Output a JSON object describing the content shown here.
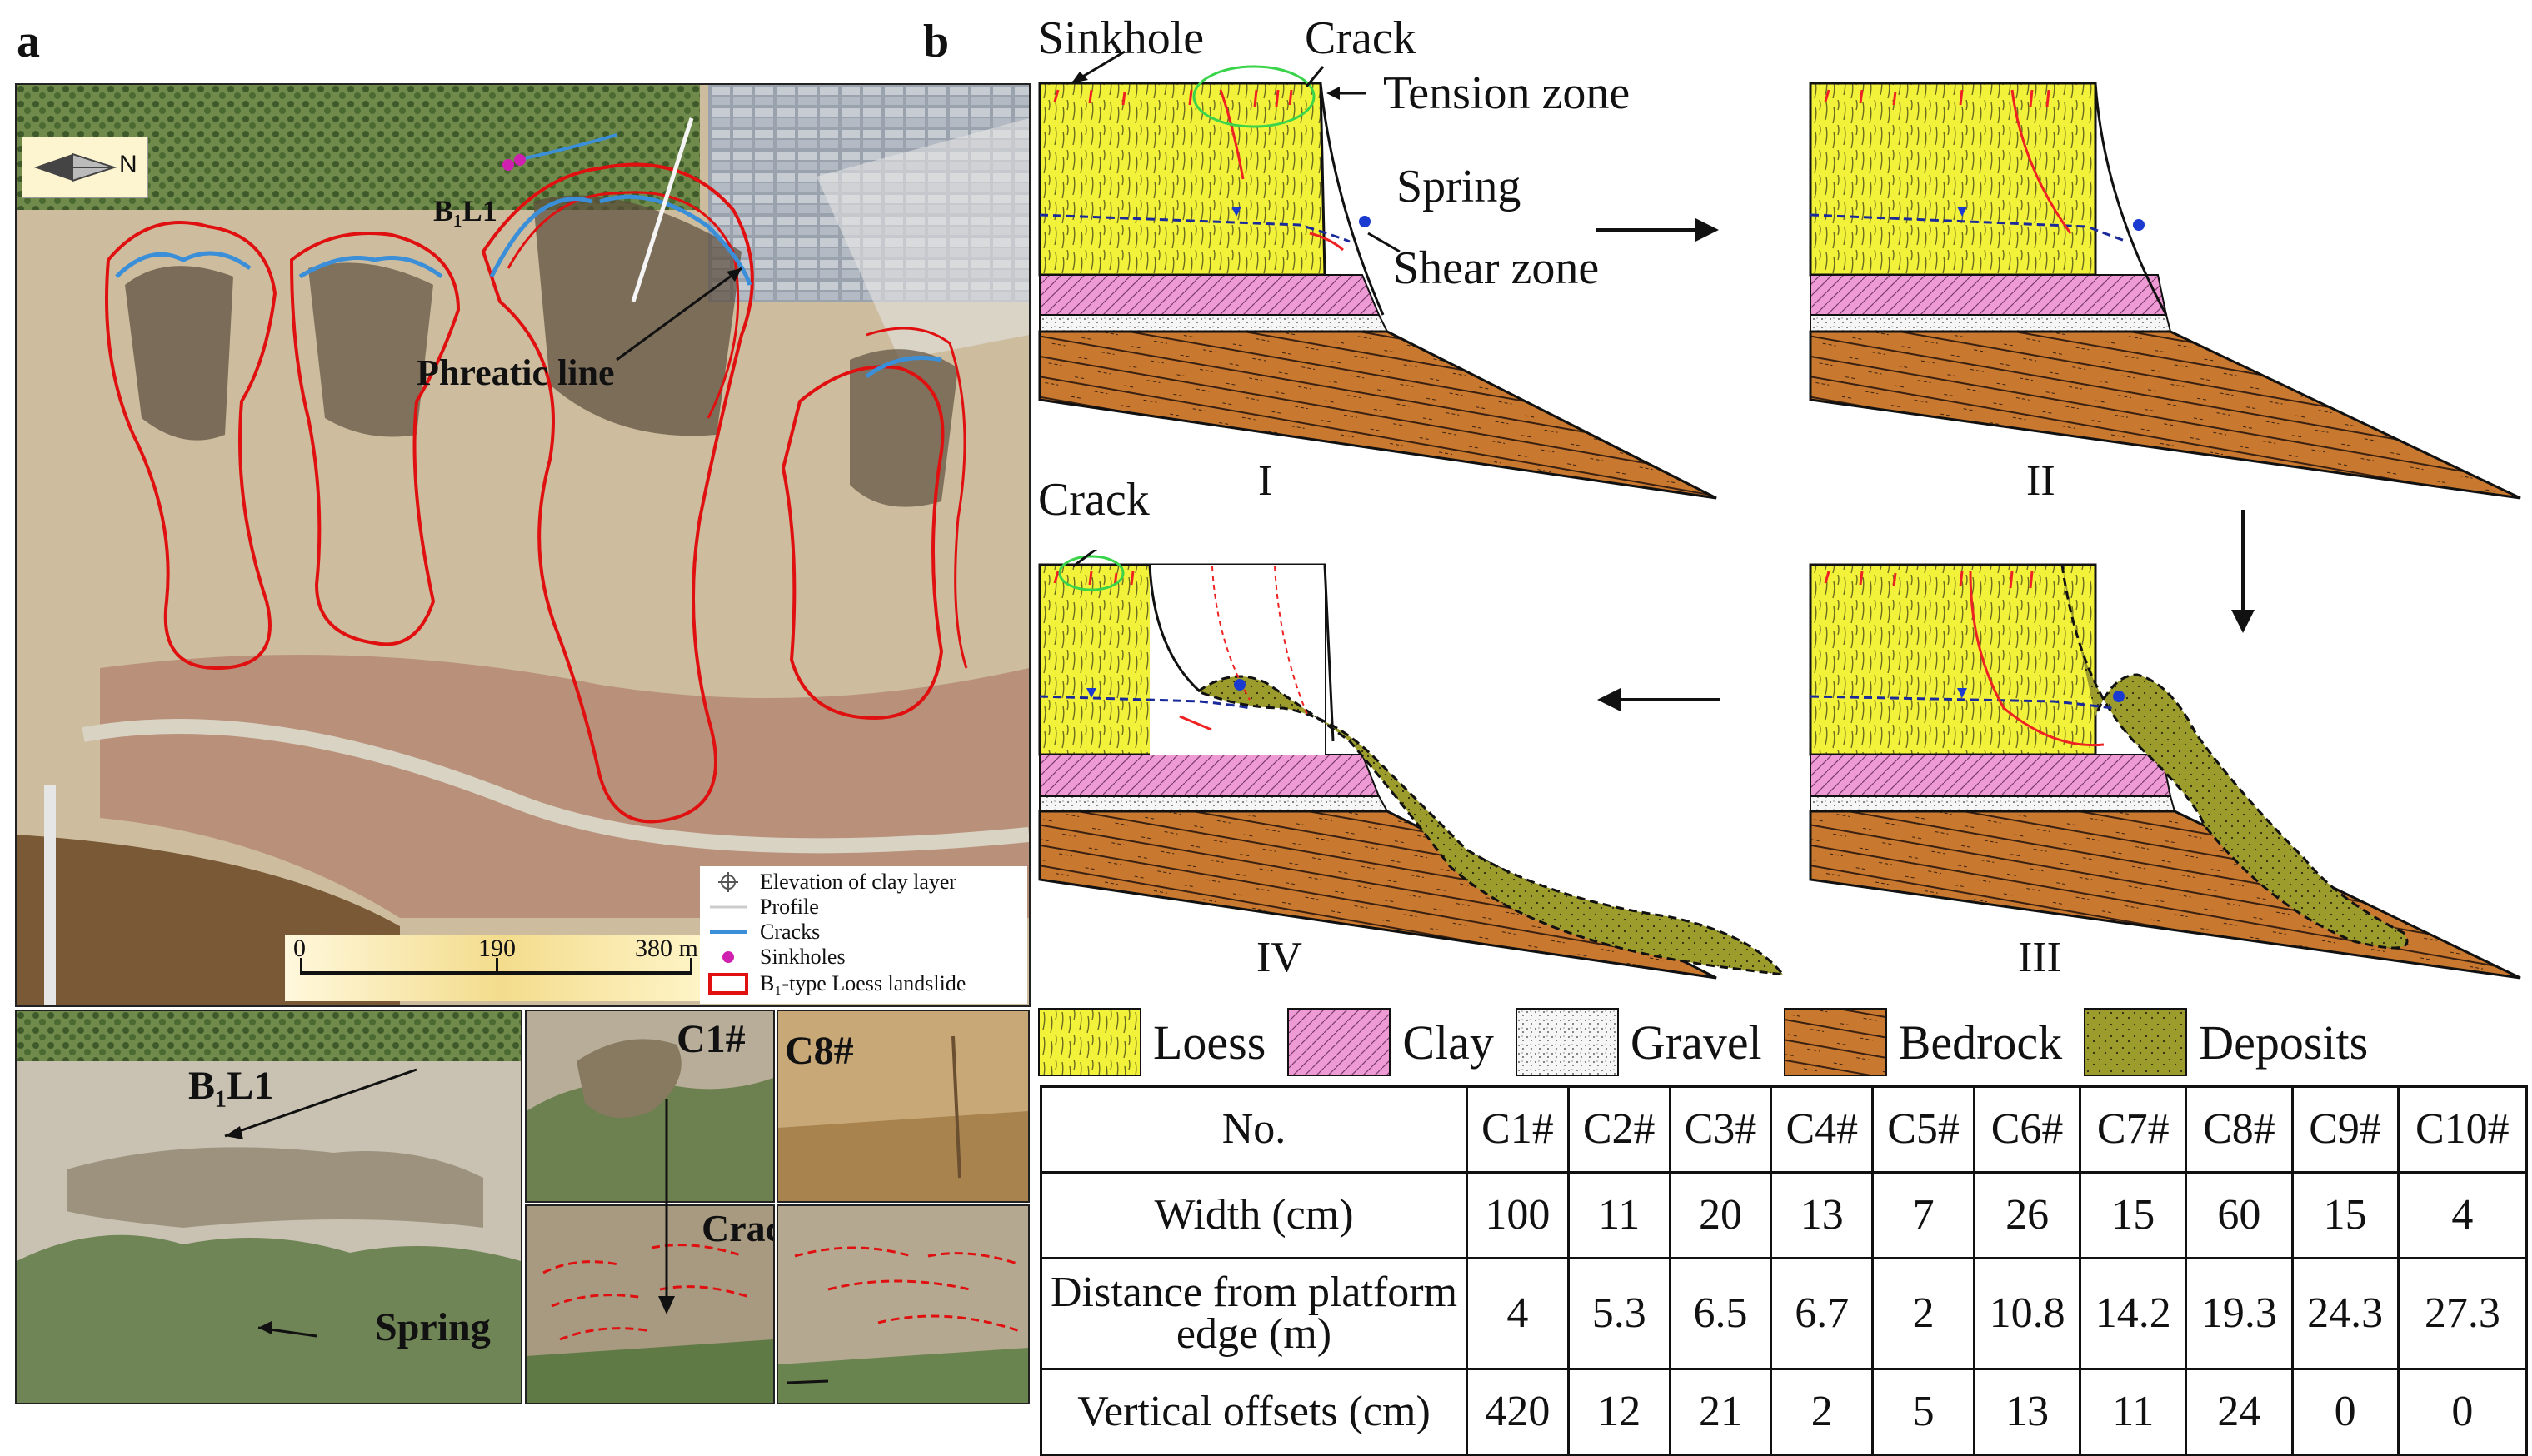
{
  "panels": {
    "a": "a",
    "b": "b"
  },
  "map": {
    "landslide_label": "B₁L1",
    "phreatic_label": "Phreatic line",
    "north_label": "N",
    "scale": {
      "ticks": [
        "0",
        "190",
        "380 m"
      ]
    },
    "legend": [
      {
        "text": "Elevation of clay layer",
        "symbol": "crosshair"
      },
      {
        "text": "Profile",
        "symbol": "white-line"
      },
      {
        "text": "Cracks",
        "symbol": "blue-line"
      },
      {
        "text": "Sinkholes",
        "symbol": "magenta-dot"
      },
      {
        "text": "B₁-type Loess landslide",
        "symbol": "red-box"
      }
    ]
  },
  "photos": {
    "overview_label": "B₁L1",
    "spring_label": "Spring",
    "c1_label": "C1#",
    "c8_label": "C8#",
    "cracks_label": "Cracks"
  },
  "profiles": {
    "stages": [
      "I",
      "II",
      "III",
      "IV"
    ],
    "annotations": {
      "sinkhole": "Sinkhole",
      "crack": "Crack",
      "tension_zone": "Tension zone",
      "spring": "Spring",
      "shear_zone": "Shear zone",
      "crack_iv": "Crack"
    }
  },
  "strata_legend": [
    "Loess",
    "Clay",
    "Gravel",
    "Bedrock",
    "Deposits"
  ],
  "colors": {
    "loess": "#f2f23a",
    "clay": "#ec8fd0",
    "gravel": "#f4f4f4",
    "bedrock": "#c8782e",
    "deposits": "#9a9a2a",
    "landslide": "#e01010",
    "cracks": "#3a8fd8"
  },
  "table": {
    "header": [
      "No.",
      "C1#",
      "C2#",
      "C3#",
      "C4#",
      "C5#",
      "C6#",
      "C7#",
      "C8#",
      "C9#",
      "C10#"
    ],
    "rows": [
      {
        "label": "Width (cm)",
        "values": [
          "100",
          "11",
          "20",
          "13",
          "7",
          "26",
          "15",
          "60",
          "15",
          "4"
        ]
      },
      {
        "label": "Distance from platform edge (m)",
        "values": [
          "4",
          "5.3",
          "6.5",
          "6.7",
          "2",
          "10.8",
          "14.2",
          "19.3",
          "24.3",
          "27.3"
        ]
      },
      {
        "label": "Vertical offsets (cm)",
        "values": [
          "420",
          "12",
          "21",
          "2",
          "5",
          "13",
          "11",
          "24",
          "0",
          "0"
        ]
      }
    ]
  }
}
